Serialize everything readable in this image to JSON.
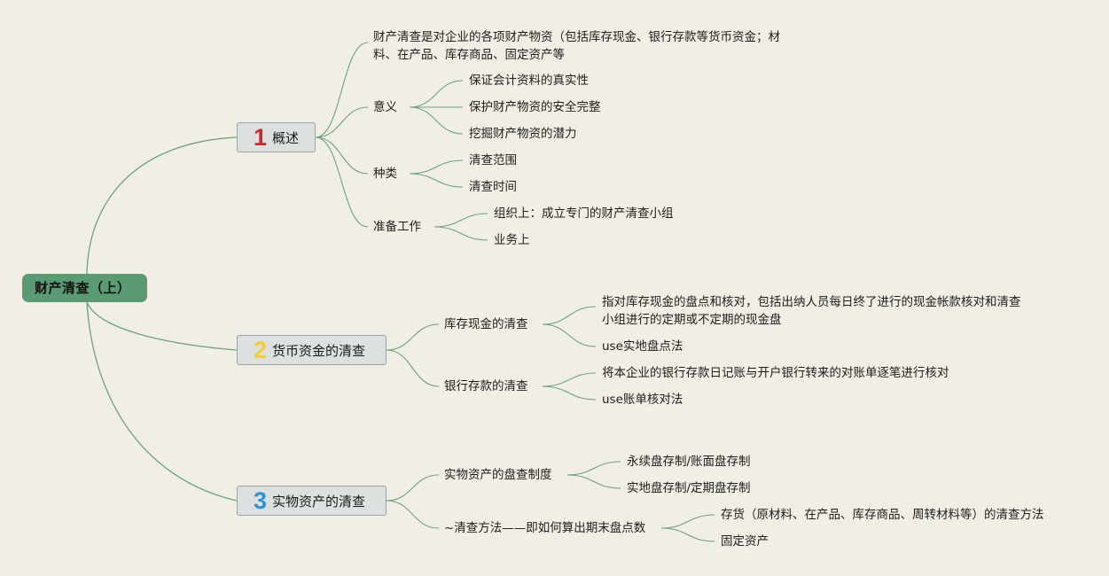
{
  "colors": {
    "background": "#f1eee5",
    "root_fill": "#5b9b74",
    "branch_fill": "#dde0e1",
    "edge": "#6aa27f",
    "num1": "#d0262f",
    "num2": "#f2cc35",
    "num3": "#2e93d2"
  },
  "root": {
    "label": "财产清查（上）"
  },
  "branch1": {
    "num": "1",
    "label": "概述",
    "definition_line1": "财产清查是对企业的各项财产物资（包括库存现金、银行存款等货币资金；材",
    "definition_line2": "料、在产品、库存商品、固定资产等",
    "significance": {
      "label": "意义",
      "items": [
        "保证会计资料的真实性",
        "保护财产物资的安全完整",
        "挖掘财产物资的潜力"
      ]
    },
    "types": {
      "label": "种类",
      "items": [
        "清查范围",
        "清查时间"
      ]
    },
    "preparation": {
      "label": "准备工作",
      "items": [
        "组织上：成立专门的财产清查小组",
        "业务上"
      ]
    }
  },
  "branch2": {
    "num": "2",
    "label": "货币资金的清查",
    "cash": {
      "label": "库存现金的清查",
      "desc_line1": "指对库存现金的盘点和核对，包括出纳人员每日终了进行的现金帐款核对和清查",
      "desc_line2": "小组进行的定期或不定期的现金盘",
      "method": "use实地盘点法"
    },
    "bank": {
      "label": "银行存款的清查",
      "desc": "将本企业的银行存款日记账与开户银行转来的对账单逐笔进行核对",
      "method": "use账单核对法"
    }
  },
  "branch3": {
    "num": "3",
    "label": "实物资产的清查",
    "system": {
      "label": "实物资产的盘查制度",
      "items": [
        "永续盘存制/账面盘存制",
        "实地盘存制/定期盘存制"
      ]
    },
    "method": {
      "label": "~清查方法——即如何算出期末盘点数",
      "items": [
        "存货（原材料、在产品、库存商品、周转材料等）的清查方法",
        "固定资产"
      ]
    }
  }
}
